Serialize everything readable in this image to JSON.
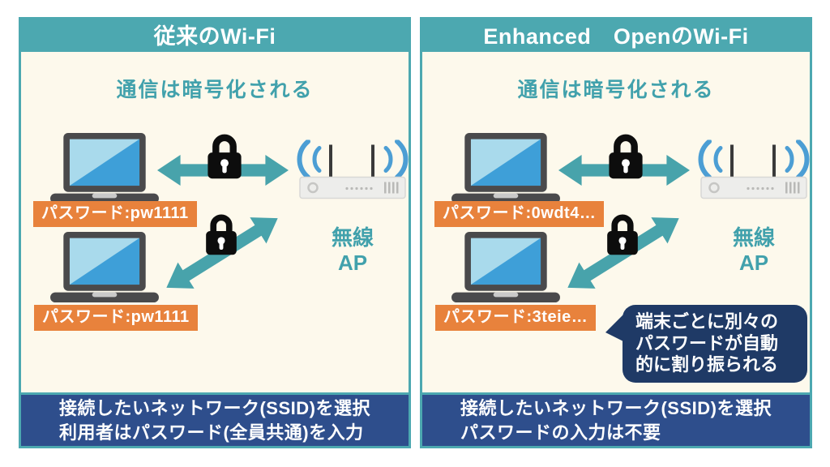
{
  "colors": {
    "teal": "#4CA8B0",
    "teal_text": "#41A1AC",
    "panel_bg": "#FDF9EC",
    "footer_navy": "#2E4E8C",
    "callout_navy": "#1F3A66",
    "orange": "#E8823C",
    "wifi_blue": "#4C9ED4",
    "arrow_teal": "#48A3AB",
    "lock_black": "#0D0D0D"
  },
  "icons": {
    "lock": "lock-icon",
    "laptop": "laptop-icon",
    "ap": "wireless-ap-icon",
    "arrow": "double-headed-arrow-icon",
    "wifi_waves": "wifi-waves-icon",
    "callout_tail": "speech-bubble-tail"
  },
  "panels": [
    {
      "title": "従来のWi-Fi",
      "note": "通信は暗号化される",
      "ap": {
        "line1": "無線",
        "line2": "AP"
      },
      "passwords": [
        "パスワード:pw1111",
        "パスワード:pw1111"
      ],
      "footer": [
        "接続したいネットワーク(SSID)を選択",
        "利用者はパスワード(全員共通)を入力"
      ]
    },
    {
      "title": "Enhanced　OpenのWi-Fi",
      "note": "通信は暗号化される",
      "ap": {
        "line1": "無線",
        "line2": "AP"
      },
      "passwords": [
        "パスワード:0wdt4…",
        "パスワード:3teie…"
      ],
      "callout": [
        "端末ごとに別々の",
        "パスワードが自動",
        "的に割り振られる"
      ],
      "footer": [
        "接続したいネットワーク(SSID)を選択",
        "パスワードの入力は不要"
      ]
    }
  ]
}
